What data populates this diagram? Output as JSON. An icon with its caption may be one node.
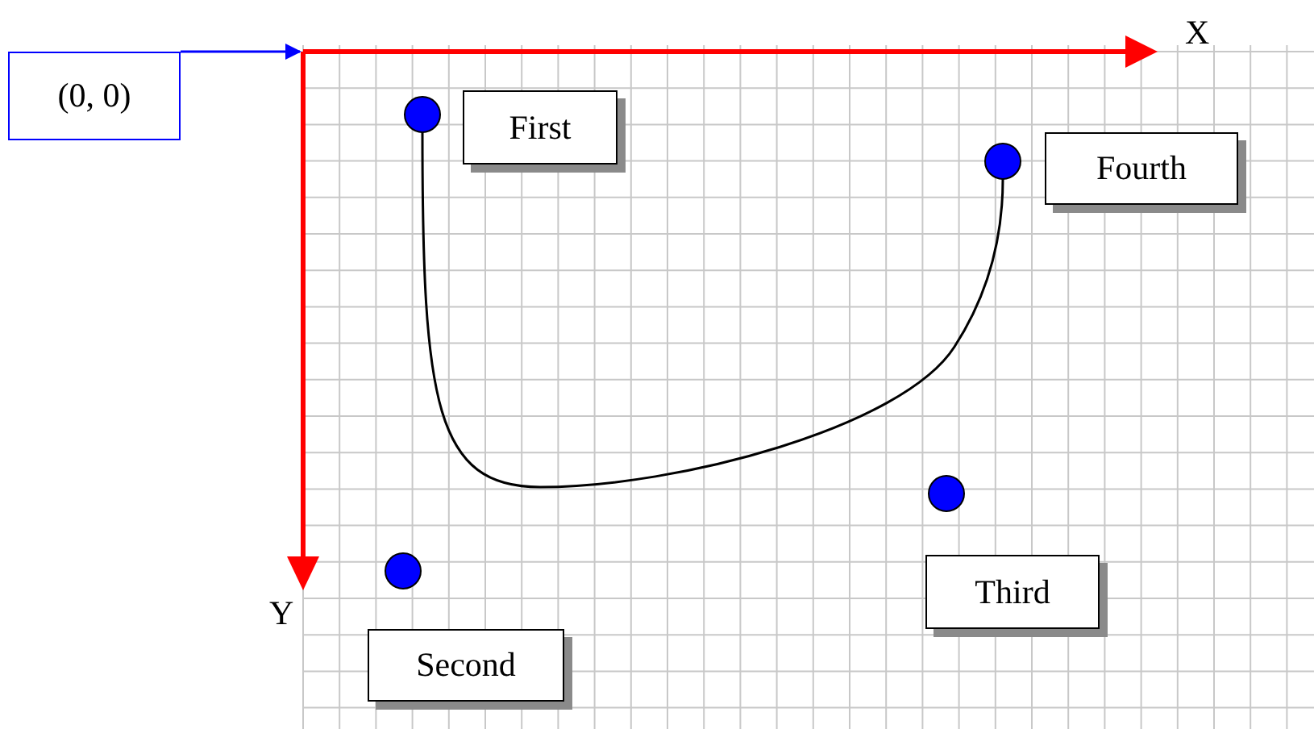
{
  "diagram": {
    "nodes": [
      {
        "text": [
          "(0, 0)"
        ]
      },
      {
        "text": [
          "First"
        ]
      },
      {
        "text": [
          "Fourth"
        ]
      },
      {
        "text": [
          "Third"
        ]
      },
      {
        "text": [
          "Second"
        ]
      },
      {
        "text": [],
        "shape": "circle"
      },
      {
        "text": [],
        "shape": "circle"
      },
      {
        "text": [],
        "shape": "circle"
      },
      {
        "text": [],
        "shape": "circle"
      }
    ],
    "edges": [
      {
        "from": 0,
        "to": null,
        "arrow": "to",
        "color": "#0000ff"
      },
      {
        "from": 6,
        "to": 8,
        "arrow": "none",
        "color": "#000000"
      }
    ],
    "labels": [
      "X",
      "Y"
    ]
  }
}
